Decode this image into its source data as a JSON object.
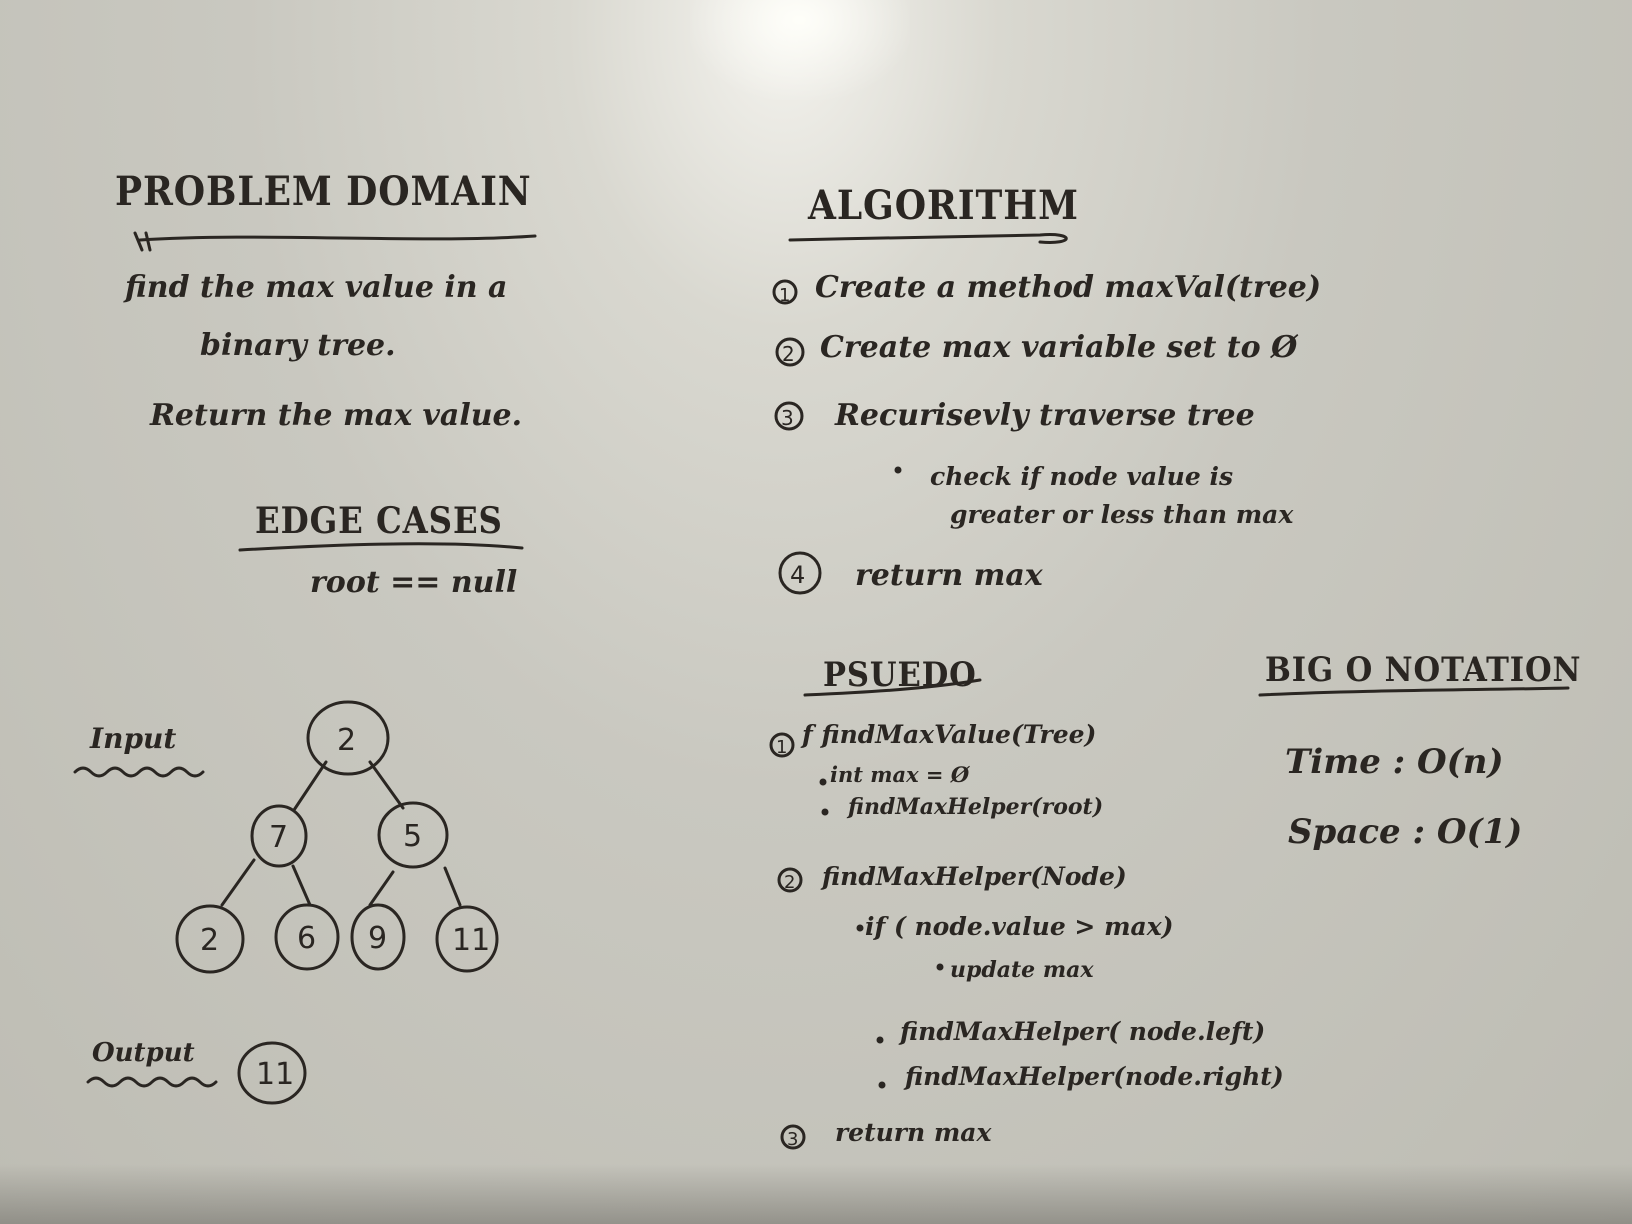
{
  "problem_domain": {
    "title": "PROBLEM DOMAIN",
    "line1": "find the max value in a",
    "line2": "binary tree.",
    "line3": "Return the max value."
  },
  "edge_cases": {
    "title": "EDGE CASES",
    "case1": "root == null"
  },
  "io": {
    "input_label": "Input",
    "output_label": "Output",
    "output_value": "11",
    "tree": {
      "root": "2",
      "level1": [
        "7",
        "5"
      ],
      "level2": [
        "2",
        "6",
        "9",
        "11"
      ]
    }
  },
  "algorithm": {
    "title": "ALGORITHM",
    "steps": [
      {
        "num": "1",
        "text": "Create a method maxVal(tree)"
      },
      {
        "num": "2",
        "text": "Create max variable set to Ø"
      },
      {
        "num": "3",
        "text": "Recurisevly traverse tree"
      },
      {
        "num": "4",
        "text": "return max"
      }
    ],
    "sub1": "check if node value is",
    "sub2": "greater or less than max"
  },
  "pseudo": {
    "title": "PSUEDO",
    "f_text": "f   findMaxValue(Tree)",
    "f_sub1": "int max = Ø",
    "f_sub2": "findMaxHelper(root)",
    "helper": "findMaxHelper(Node)",
    "if_text": "if ( node.value > max)",
    "update": "update max",
    "left": "findMaxHelper( node.left)",
    "right": "findMaxHelper(node.right)",
    "ret": "return max",
    "nums": [
      "1",
      "2",
      "3"
    ]
  },
  "big_o": {
    "title": "BIG O NOTATION",
    "time": "Time : O(n)",
    "space": "Space : O(1)"
  }
}
